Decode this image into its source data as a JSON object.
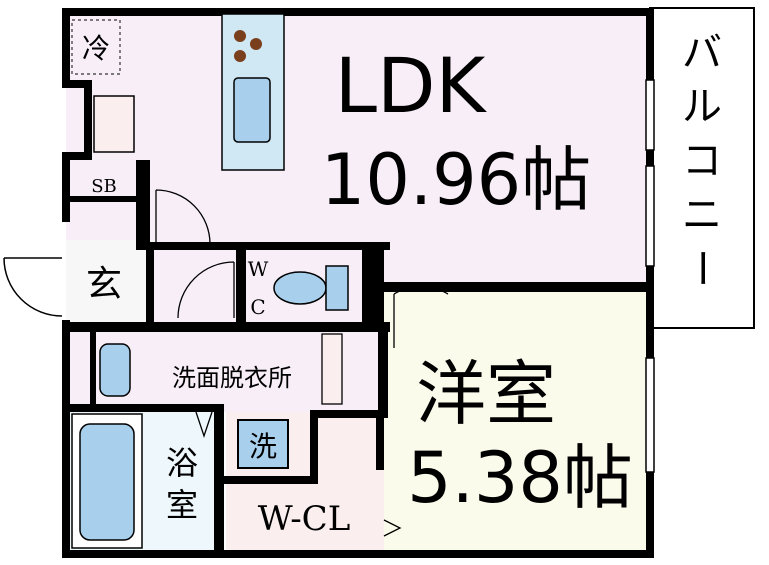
{
  "labels": {
    "ldk_name": "LDK",
    "ldk_area": "10.96帖",
    "western_name": "洋室",
    "western_area": "5.38帖",
    "balcony": "バルコニー",
    "fridge": "冷",
    "shoe_box": "SB",
    "entrance": "玄",
    "wc_top": "W",
    "wc_bottom": "C",
    "washroom": "洗面脱衣所",
    "washer": "洗",
    "bath_top": "浴",
    "bath_bottom": "室",
    "closet": "W-CL"
  },
  "colors": {
    "ldk_floor": "#f8eef8",
    "western_floor": "#fbfbec",
    "closet_floor": "#faeeee",
    "wet_floor": "#eef7fb",
    "fixture_fill": "#a8d0ec",
    "wall": "#000000",
    "stove_burner": "#7a3f1c"
  }
}
